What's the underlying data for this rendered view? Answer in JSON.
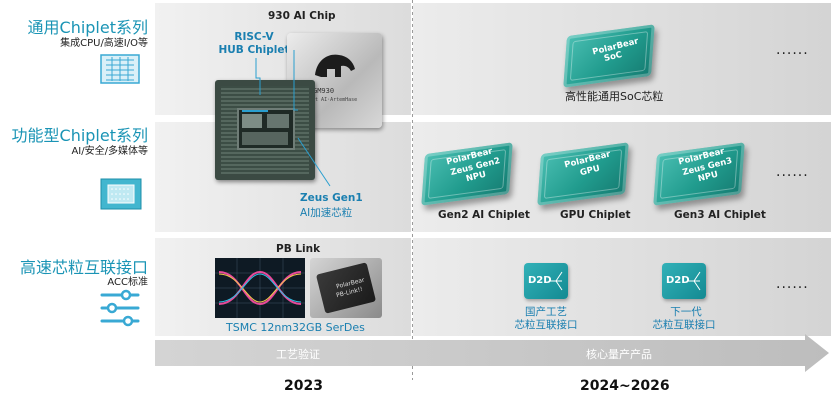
{
  "categories": [
    {
      "title": "通用Chiplet系列",
      "subtitle": "集成CPU/高速I/O等"
    },
    {
      "title": "功能型Chiplet系列",
      "subtitle": "AI/安全/多媒体等"
    },
    {
      "title": "高速芯粒互联接口",
      "subtitle": "ACC标准"
    }
  ],
  "row1": {
    "chip_title": "930 AI Chip",
    "riscv_label_line1": "RISC-V",
    "riscv_label_line2": "HUB Chiplet",
    "die_logo_text": "GM930",
    "die_sub_text": "ipset AI·ArtemHase",
    "future_chip_line1": "PolarBear",
    "future_chip_line2": "SoC",
    "future_label": "高性能通用SoC芯粒",
    "ellipsis": "......"
  },
  "row2": {
    "zeus_line1": "Zeus Gen1",
    "zeus_line2": "AI加速芯粒",
    "chips": [
      {
        "line1": "PolarBear",
        "line2": "Zeus Gen2",
        "line3": "NPU",
        "label": "Gen2 AI Chiplet"
      },
      {
        "line1": "PolarBear",
        "line2": "GPU",
        "line3": "",
        "label": "GPU Chiplet"
      },
      {
        "line1": "PolarBear",
        "line2": "Zeus Gen3",
        "line3": "NPU",
        "label": "Gen3 AI Chiplet"
      }
    ],
    "ellipsis": "......"
  },
  "row3": {
    "title": "PB Link",
    "caption": "TSMC 12nm32GB SerDes",
    "chip_text_line1": "PolarBear",
    "chip_text_line2": "PB-Link!!",
    "d2d": [
      {
        "icon_text": "D2D",
        "line1": "国产工艺",
        "line2": "芯粒互联接口"
      },
      {
        "icon_text": "D2D",
        "line1": "下一代",
        "line2": "芯粒互联接口"
      }
    ],
    "ellipsis": "......"
  },
  "timeline": {
    "left_label": "工艺验证",
    "right_label": "核心量产产品",
    "left_year": "2023",
    "right_year": "2024~2026"
  },
  "colors": {
    "accent_blue": "#1a94b5",
    "chip_teal": "#219c8e",
    "arrow_gray": "#c9c9c9"
  }
}
